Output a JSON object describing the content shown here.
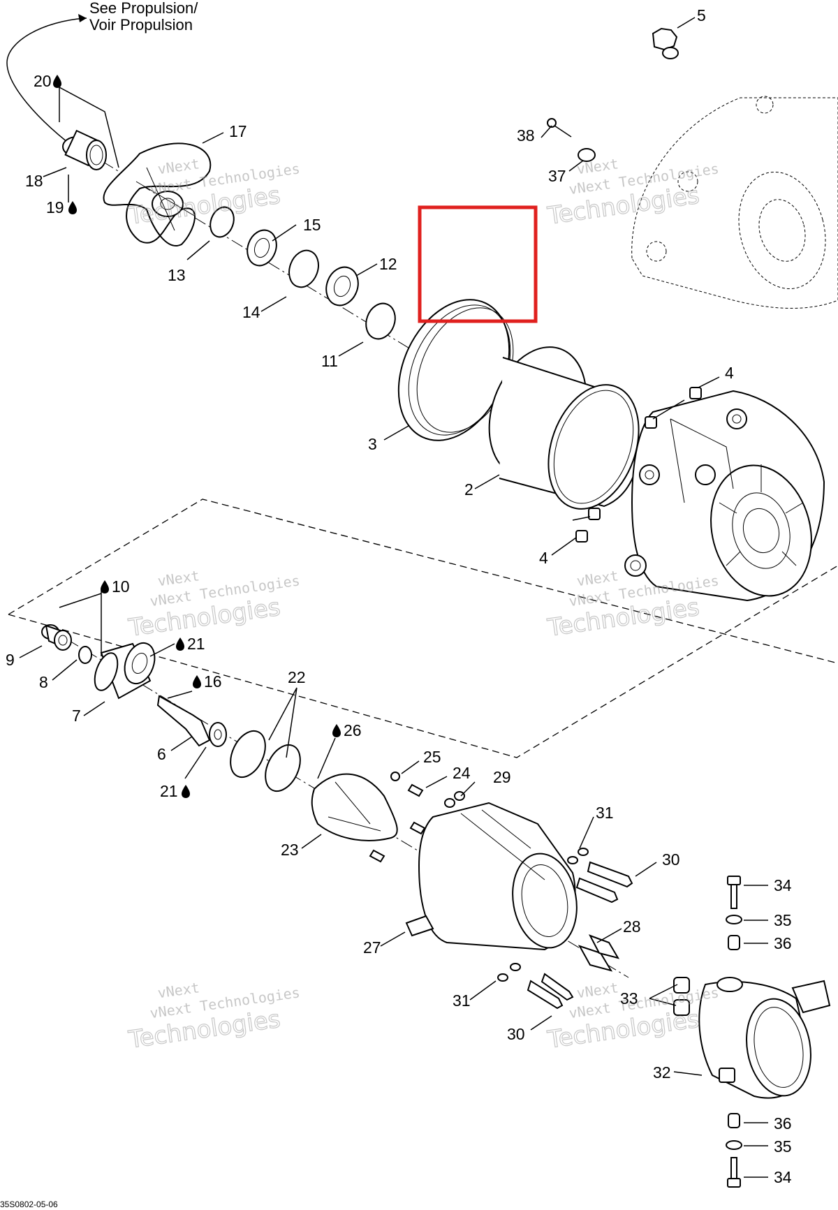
{
  "header": {
    "line1": "See Propulsion/",
    "line2": "Voir Propulsion"
  },
  "watermark": {
    "line1": "vNext",
    "line2": "vNext Technologies",
    "line3": "Technologies"
  },
  "footer": {
    "code": "35S0802-05-06"
  },
  "highlight_color": "#e0201e",
  "labels": {
    "l1": "20",
    "l2": "18",
    "l3": "19",
    "l4": "17",
    "l5": "13",
    "l6": "15",
    "l7": "14",
    "l8": "12",
    "l9": "11",
    "l10": "3",
    "l11": "2",
    "l12": "4",
    "l13": "4",
    "l14": "5",
    "l15": "38",
    "l16": "37",
    "l17": "10",
    "l18": "9",
    "l19": "8",
    "l20": "21",
    "l21": "7",
    "l22": "16",
    "l23": "6",
    "l24": "21",
    "l25": "22",
    "l26": "26",
    "l27": "23",
    "l28": "25",
    "l29": "24",
    "l30": "29",
    "l31": "31",
    "l32": "30",
    "l33": "27",
    "l34": "28",
    "l35": "31",
    "l36": "30",
    "l37": "33",
    "l38": "32",
    "l39": "34",
    "l40": "35",
    "l41": "36",
    "l42": "36",
    "l43": "35",
    "l44": "34"
  }
}
